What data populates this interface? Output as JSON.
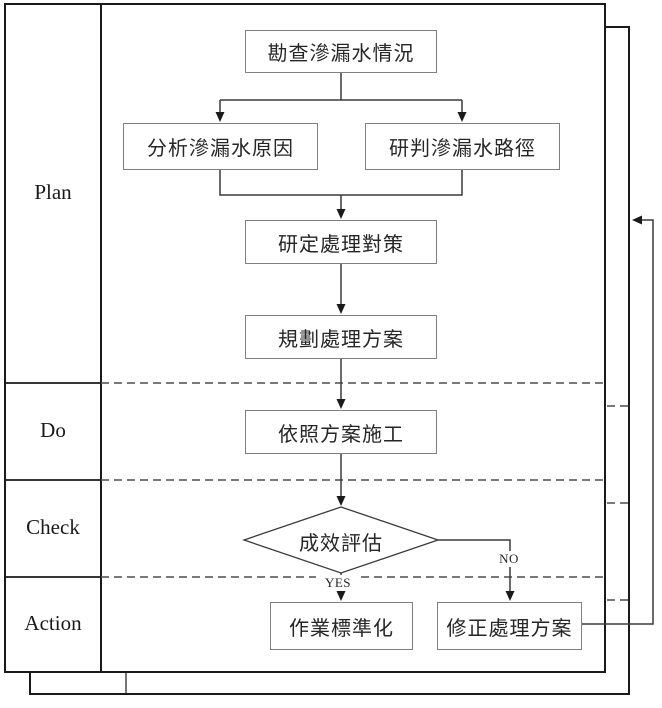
{
  "diagram": {
    "type": "flowchart",
    "title": "PDCA water-seepage treatment flow",
    "rows": [
      {
        "label": "Plan"
      },
      {
        "label": "Do"
      },
      {
        "label": "Check"
      },
      {
        "label": "Action"
      }
    ],
    "nodes": [
      {
        "id": "survey",
        "label": "勘查滲漏水情況",
        "shape": "rect",
        "row": "Plan"
      },
      {
        "id": "analyze-cause",
        "label": "分析滲漏水原因",
        "shape": "rect",
        "row": "Plan"
      },
      {
        "id": "determine-path",
        "label": "研判滲漏水路徑",
        "shape": "rect",
        "row": "Plan"
      },
      {
        "id": "countermeasures",
        "label": "研定處理對策",
        "shape": "rect",
        "row": "Plan"
      },
      {
        "id": "plan-scheme",
        "label": "規劃處理方案",
        "shape": "rect",
        "row": "Plan"
      },
      {
        "id": "construct",
        "label": "依照方案施工",
        "shape": "rect",
        "row": "Do"
      },
      {
        "id": "evaluate",
        "label": "成效評估",
        "shape": "diamond",
        "row": "Check"
      },
      {
        "id": "standardize",
        "label": "作業標準化",
        "shape": "rect",
        "row": "Action"
      },
      {
        "id": "revise",
        "label": "修正處理方案",
        "shape": "rect",
        "row": "Action"
      }
    ],
    "edges": [
      {
        "from": "survey",
        "to": "analyze-cause"
      },
      {
        "from": "survey",
        "to": "determine-path"
      },
      {
        "from": "analyze-cause",
        "to": "countermeasures"
      },
      {
        "from": "determine-path",
        "to": "countermeasures"
      },
      {
        "from": "countermeasures",
        "to": "plan-scheme"
      },
      {
        "from": "plan-scheme",
        "to": "construct"
      },
      {
        "from": "construct",
        "to": "evaluate"
      },
      {
        "from": "evaluate",
        "to": "standardize",
        "label": "YES"
      },
      {
        "from": "evaluate",
        "to": "revise",
        "label": "NO"
      },
      {
        "from": "revise",
        "to": "countermeasures",
        "label": ""
      }
    ],
    "edge_labels": {
      "yes": "YES",
      "no": "NO"
    },
    "colors": {
      "page_border": "#1a1a1a",
      "node_border": "#808080",
      "connector_line": "#3a3a3a",
      "dashed_divider": "#4d4d4d",
      "text": "#262626",
      "background": "#ffffff"
    }
  }
}
